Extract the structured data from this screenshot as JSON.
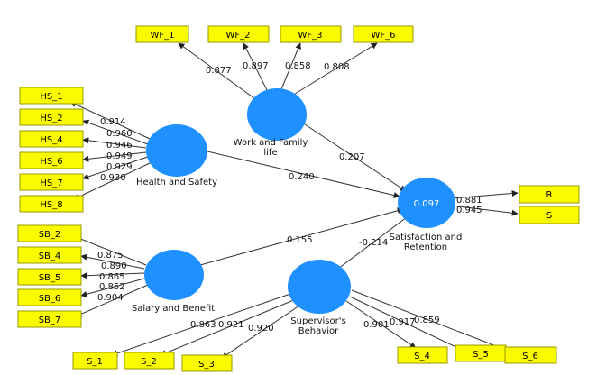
{
  "colors": {
    "construct": "#1e90ff",
    "indicator": "#fbfb00",
    "line": "#333333"
  },
  "constructs": {
    "work_family": {
      "label_lines": [
        "Work and Family",
        "life"
      ]
    },
    "health_safety": {
      "label_lines": [
        "Health and Safety"
      ]
    },
    "satisfaction": {
      "label_lines": [
        "Satisfaction and",
        "Retention"
      ],
      "r2": "0.097"
    },
    "salary_benefit": {
      "label_lines": [
        "Salary and Benefit"
      ]
    },
    "supervisor": {
      "label_lines": [
        "Supervisor's",
        "Behavior"
      ]
    }
  },
  "indicators": {
    "WF_1": "WF_1",
    "WF_2": "WF_2",
    "WF_3": "WF_3",
    "WF_6": "WF_6",
    "HS_1": "HS_1",
    "HS_2": "HS_2",
    "HS_4": "HS_4",
    "HS_6": "HS_6",
    "HS_7": "HS_7",
    "HS_8": "HS_8",
    "SB_2": "SB_2",
    "SB_4": "SB_4",
    "SB_5": "SB_5",
    "SB_6": "SB_6",
    "SB_7": "SB_7",
    "S_1": "S_1",
    "S_2": "S_2",
    "S_3": "S_3",
    "S_4": "S_4",
    "S_5": "S_5",
    "S_6": "S_6",
    "R": "R",
    "S": "S"
  },
  "loadings": {
    "WF_1": "0.877",
    "WF_2": "0.897",
    "WF_3": "0.858",
    "WF_6": "0.808",
    "HS_1": "0.914",
    "HS_2": "0.960",
    "HS_4": "0.946",
    "HS_6": "0.949",
    "HS_7": "0.929",
    "HS_8": "0.930",
    "SB_2": "0.875",
    "SB_4": "0.890",
    "SB_5": "0.865",
    "SB_6": "0.852",
    "SB_7": "0.904",
    "S_1": "0.863",
    "S_2": "0.921",
    "S_3": "0.920",
    "S_4": "0.901",
    "S_5": "0.917",
    "S_6": "0.859",
    "R": "0.881",
    "S": "0.945"
  },
  "paths": {
    "work_family": "0.207",
    "health_safety": "0.240",
    "salary_benefit": "0.155",
    "supervisor": "-0.214"
  }
}
